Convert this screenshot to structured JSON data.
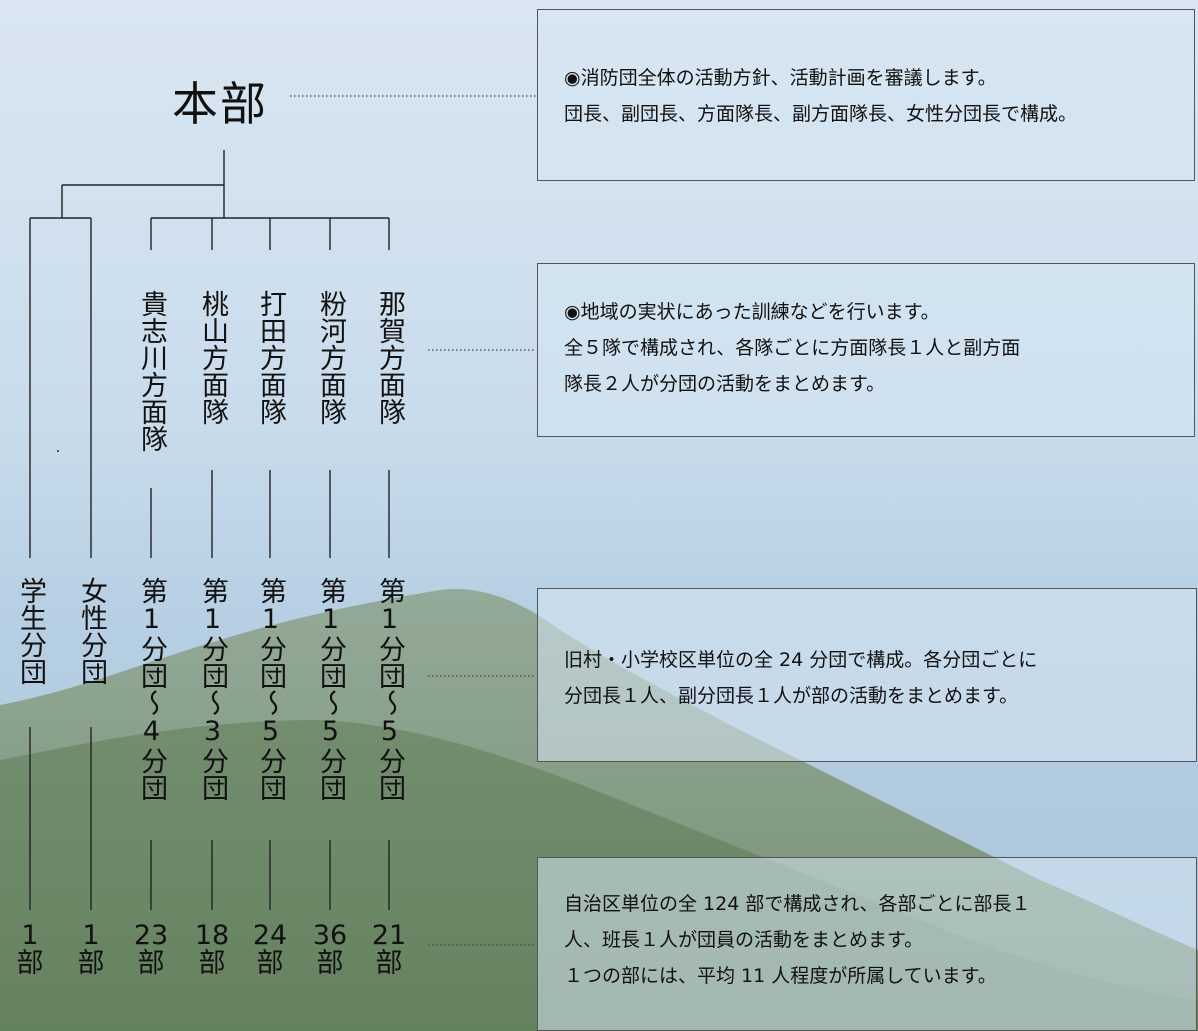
{
  "top": {
    "title": "本部"
  },
  "regions": [
    {
      "name": "貴志川方面隊"
    },
    {
      "name": "桃山方面隊"
    },
    {
      "name": "打田方面隊"
    },
    {
      "name": "粉河方面隊"
    },
    {
      "name": "那賀方面隊"
    }
  ],
  "units": [
    {
      "name": "学生分団",
      "count": "1",
      "unit": "部"
    },
    {
      "name": "女性分団",
      "count": "1",
      "unit": "部"
    },
    {
      "name": "第1分団〜4分団",
      "count": "23",
      "unit": "部"
    },
    {
      "name": "第1分団〜3分団",
      "count": "18",
      "unit": "部"
    },
    {
      "name": "第1分団〜5分団",
      "count": "24",
      "unit": "部"
    },
    {
      "name": "第1分団〜5分団",
      "count": "36",
      "unit": "部"
    },
    {
      "name": "第1分団〜5分団",
      "count": "21",
      "unit": "部"
    }
  ],
  "notes": {
    "honbu": {
      "line1": "◉消防団全体の活動方針、活動計画を審議します。",
      "line2": "団長、副団長、方面隊長、副方面隊長、女性分団長で構成。"
    },
    "houmentai": {
      "line1": "◉地域の実状にあった訓練などを行います。",
      "line2": "全５隊で構成され、各隊ごとに方面隊長１人と副方面",
      "line3": "隊長２人が分団の活動をまとめます。"
    },
    "bundan": {
      "line1": "旧村・小学校区単位の全 24 分団で構成。各分団ごとに",
      "line2": "分団長１人、副分団長１人が部の活動をまとめます。"
    },
    "bu": {
      "line1": "自治区単位の全 124 部で構成され、各部ごとに部長１",
      "line2": "人、班長１人が団員の活動をまとめます。",
      "line3": "１つの部には、平均 11 人程度が所属しています。"
    }
  }
}
